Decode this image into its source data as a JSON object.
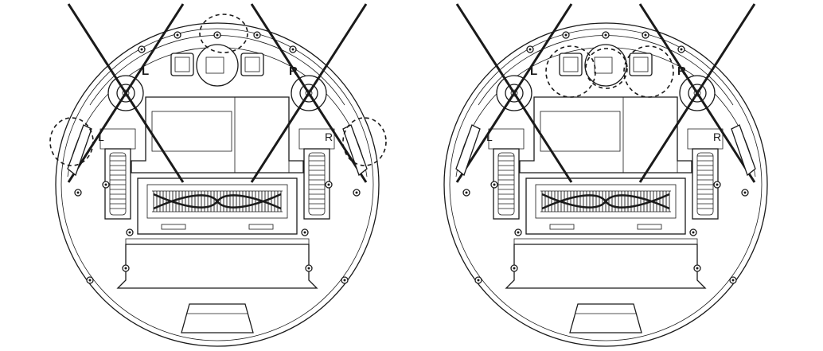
{
  "figure": {
    "diagrams": [
      {
        "id": "robot-left",
        "brush_labels": {
          "left": "L",
          "right": "R"
        },
        "wheel_labels": {
          "left": "L",
          "right": "R"
        },
        "highlighted_parts": [
          "front-caster",
          "left-edge-sensor",
          "right-edge-sensor"
        ]
      },
      {
        "id": "robot-right",
        "brush_labels": {
          "left": "L",
          "right": "R"
        },
        "wheel_labels": {
          "left": "L",
          "right": "R"
        },
        "highlighted_parts": [
          "left-cliff-sensor",
          "center-caster",
          "right-cliff-sensor"
        ]
      }
    ]
  }
}
